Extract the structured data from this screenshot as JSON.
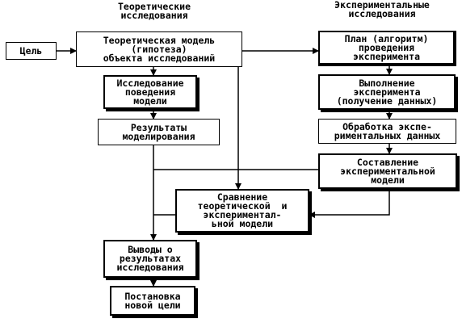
{
  "headers": {
    "theory": "Теоретические\nисследования",
    "experiment": "Экспериментальные\nисследования"
  },
  "boxes": {
    "goal": "Цель",
    "theoretical_model": "Теоретическая модель\n(гипотеза)\nобъекта исследований",
    "behavior_study": "Исследование\nповедения\nмодели",
    "modeling_results": "Результаты\nмоделирования",
    "experiment_plan": "План (алгоритм)\nпроведения\nэксперимента",
    "experiment_execution": "Выполнение\nэксперимента\n(получение данных)",
    "data_processing": "Обработка экспе-\nриментальных данных",
    "experimental_model": "Составление\nэкспериментальной\nмодели",
    "comparison": "Сравнение\nтеоретической  и\nэкспериментал-\nьной модели",
    "conclusions": "Выводы о\nрезультатах\nисследования",
    "new_goal": "Постановка\nновой цели"
  },
  "colors": {
    "ink": "#000000",
    "paper": "#ffffff"
  }
}
